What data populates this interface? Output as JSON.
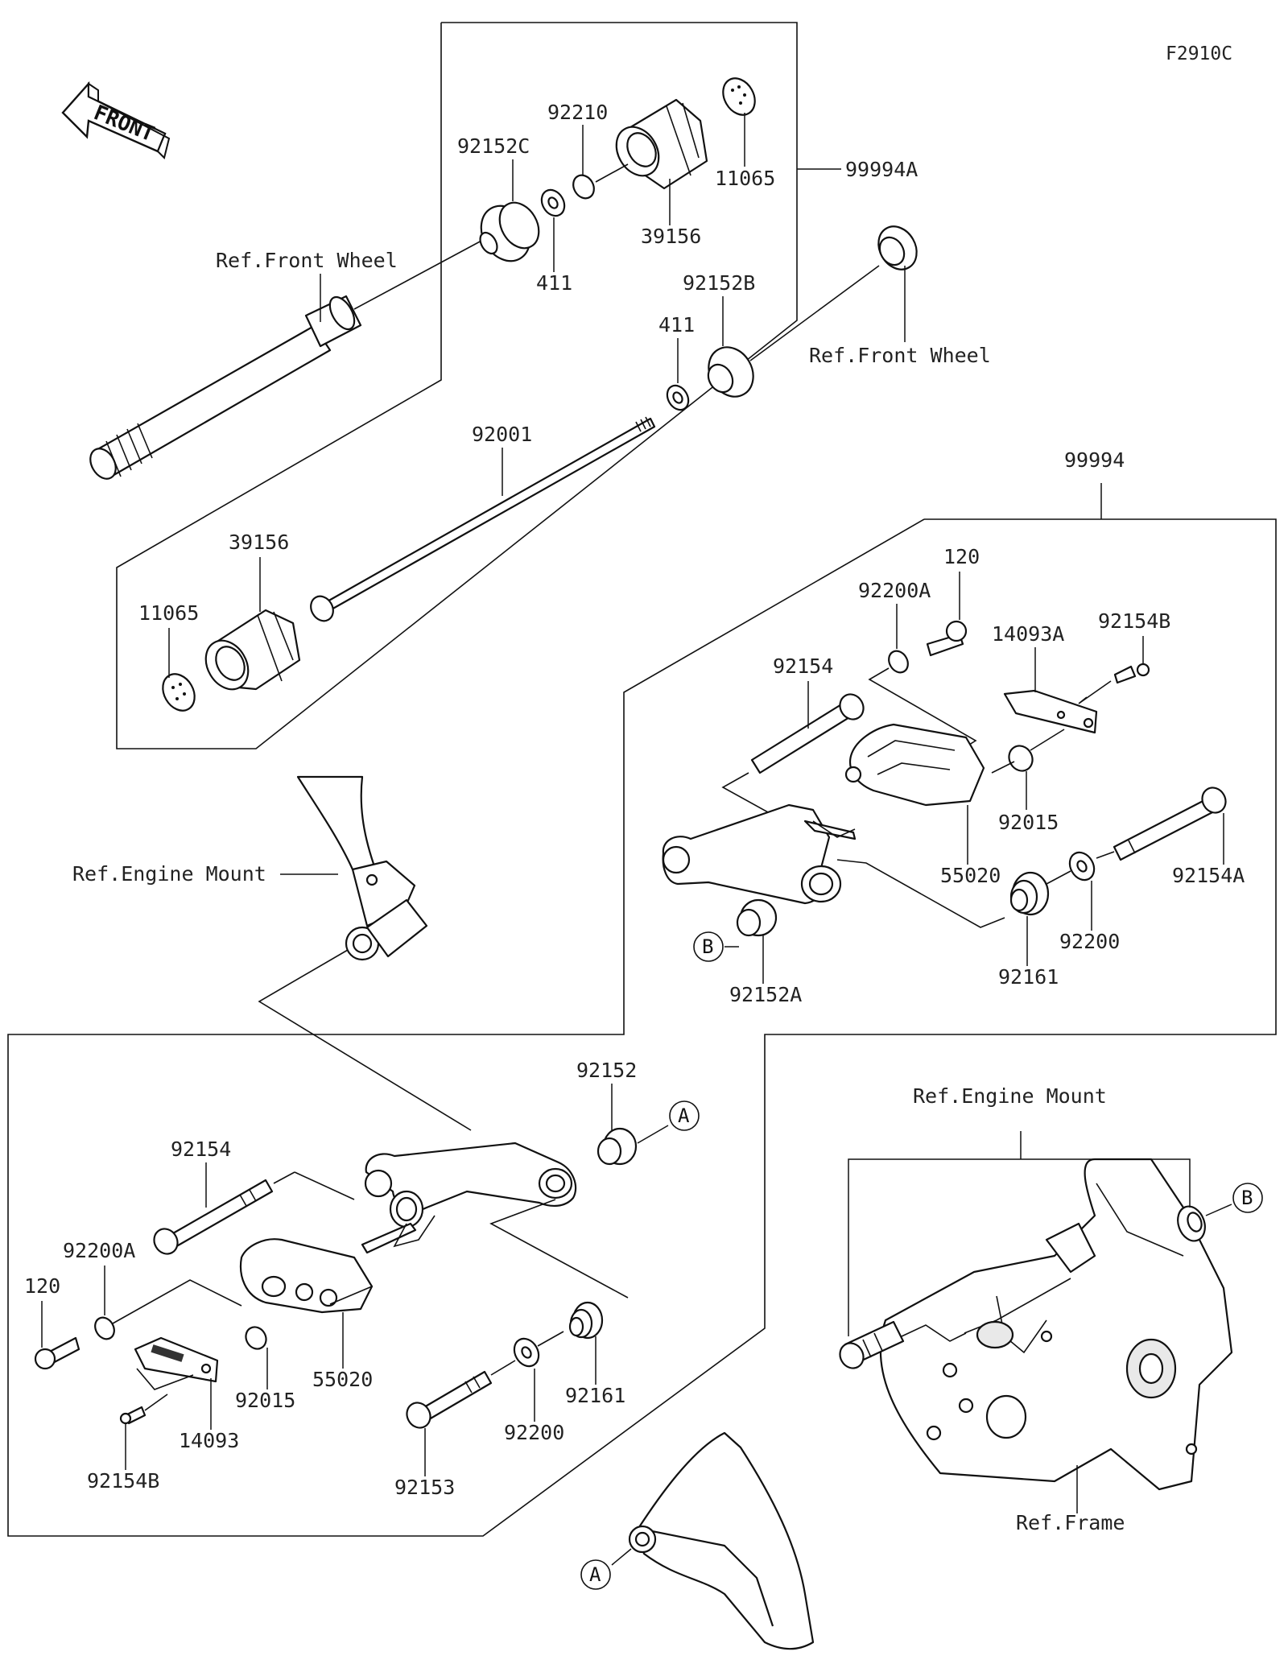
{
  "figure_code": "F2910C",
  "front_arrow_label": "FRONT",
  "parts": {
    "p92152C": "92152C",
    "p92210": "92210",
    "p11065_top": "11065",
    "p99994A": "99994A",
    "p39156_top": "39156",
    "p411_top": "411",
    "p92152B": "92152B",
    "p411_mid": "411",
    "p92001": "92001",
    "p39156_left": "39156",
    "p11065_left": "11065",
    "p99994": "99994",
    "p120_right": "120",
    "p92200A_right": "92200A",
    "p14093A": "14093A",
    "p92154B_right": "92154B",
    "p92154_right": "92154",
    "p92015_right": "92015",
    "p55020_right": "55020",
    "p92154A": "92154A",
    "p92200_right": "92200",
    "p92161_right": "92161",
    "p92152A": "92152A",
    "p92152": "92152",
    "p92154_left": "92154",
    "p92200A_left": "92200A",
    "p120_left": "120",
    "p55020_left": "55020",
    "p92015_left": "92015",
    "p14093": "14093",
    "p92154B_left": "92154B",
    "p92161_left": "92161",
    "p92200_left": "92200",
    "p92153": "92153"
  },
  "refs": {
    "front_wheel_left": "Ref.Front Wheel",
    "front_wheel_right": "Ref.Front Wheel",
    "engine_mount_left": "Ref.Engine Mount",
    "engine_mount_right": "Ref.Engine Mount",
    "frame": "Ref.Frame"
  },
  "markers": {
    "a_top": "A",
    "a_bottom": "A",
    "b_top": "B",
    "b_right": "B"
  }
}
